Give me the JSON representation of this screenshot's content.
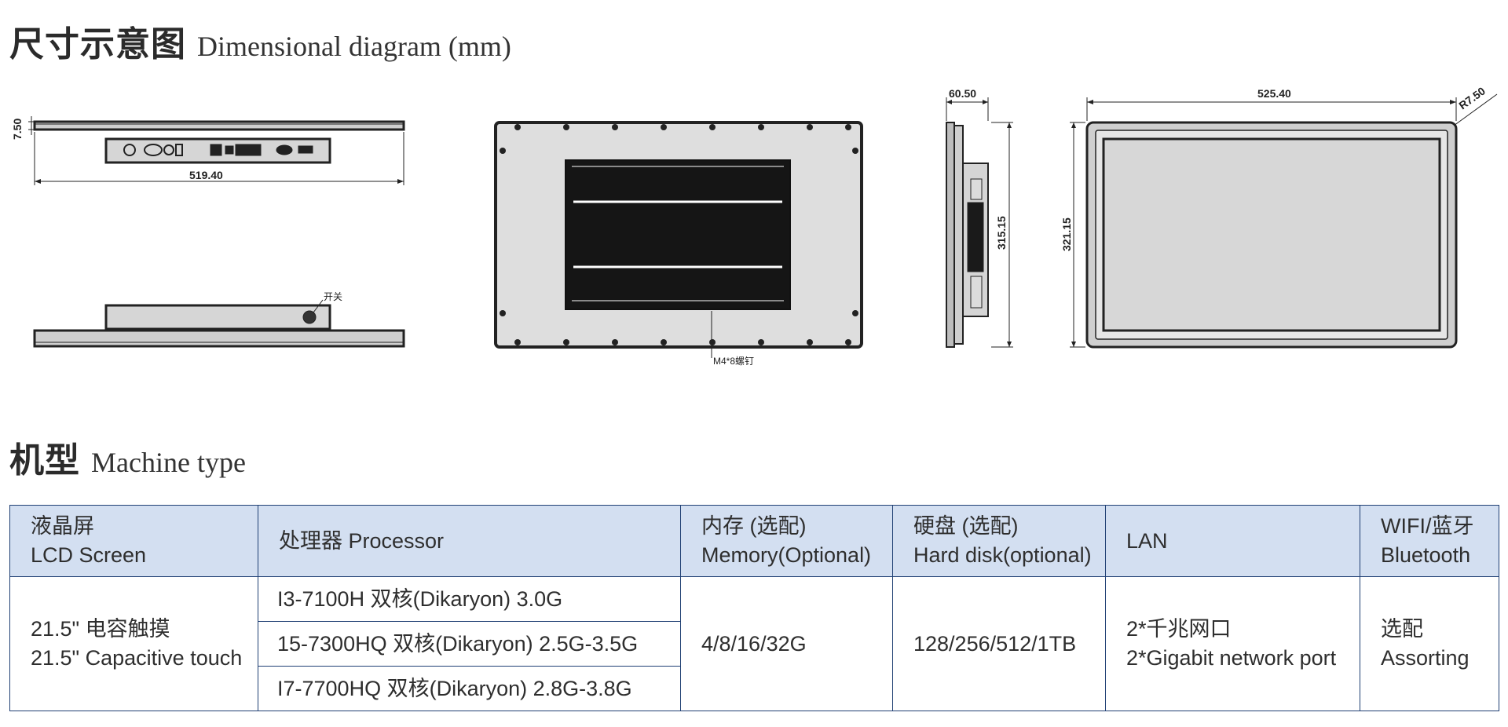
{
  "section_dimensional": {
    "title_zh": "尺寸示意图",
    "title_en": "Dimensional diagram (mm)"
  },
  "drawings": {
    "top_width": "519.40",
    "top_thickness": "7.50",
    "switch_label": "开关",
    "screw_label": "M4*8螺钉",
    "side_depth": "60.50",
    "side_height": "315.15",
    "front_width": "525.40",
    "front_height": "321.15",
    "corner_radius": "R7.50"
  },
  "section_machine": {
    "title_zh": "机型",
    "title_en": "Machine type"
  },
  "table": {
    "headers": [
      {
        "zh": "液晶屏",
        "en": "LCD Screen"
      },
      {
        "zh": "处理器 Processor",
        "en": ""
      },
      {
        "zh": "内存 (选配)",
        "en": "Memory(Optional)"
      },
      {
        "zh": "硬盘 (选配)",
        "en": "Hard disk(optional)"
      },
      {
        "zh": "LAN",
        "en": ""
      },
      {
        "zh": "WIFI/蓝牙",
        "en": "Bluetooth"
      }
    ],
    "screen": {
      "zh": "21.5\" 电容触摸",
      "en": "21.5\" Capacitive touch"
    },
    "processors": [
      "I3-7100H 双核(Dikaryon) 3.0G",
      "15-7300HQ 双核(Dikaryon) 2.5G-3.5G",
      "I7-7700HQ 双核(Dikaryon) 2.8G-3.8G"
    ],
    "memory": "4/8/16/32G",
    "hard_disk": "128/256/512/1TB",
    "lan": {
      "zh": "2*千兆网口",
      "en": "2*Gigabit network port"
    },
    "wifi": {
      "zh": "选配",
      "en": "Assorting"
    }
  }
}
